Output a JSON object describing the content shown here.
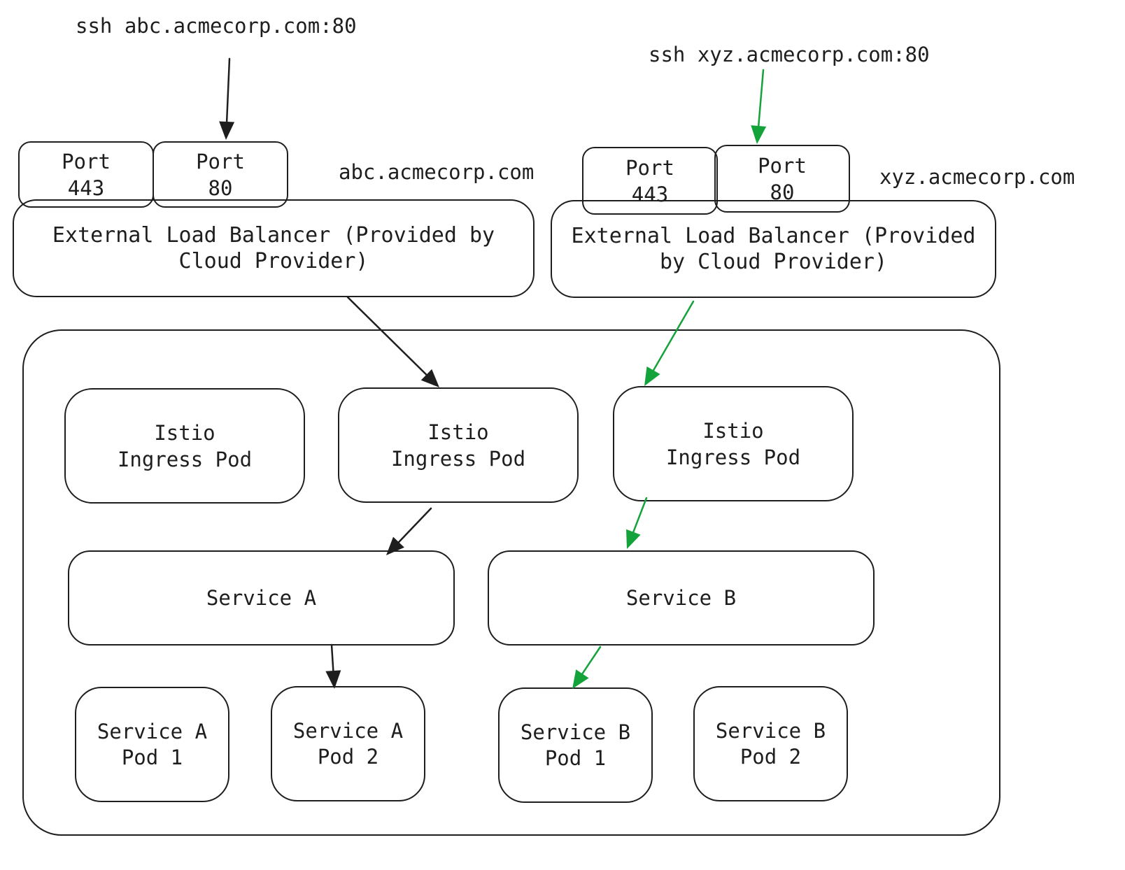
{
  "labels": {
    "ssh_abc": "ssh abc.acmecorp.com:80",
    "ssh_xyz": "ssh xyz.acmecorp.com:80",
    "domain_abc": "abc.acmecorp.com",
    "domain_xyz": "xyz.acmecorp.com"
  },
  "ports": {
    "abc_443": "Port\n443",
    "abc_80": "Port\n80",
    "xyz_443": "Port\n443",
    "xyz_80": "Port\n80"
  },
  "load_balancers": {
    "abc": "External Load Balancer (Provided by\nCloud Provider)",
    "xyz": "External Load Balancer (Provided\nby Cloud Provider)"
  },
  "ingress_pods": [
    "Istio\nIngress Pod",
    "Istio\nIngress Pod",
    "Istio\nIngress Pod"
  ],
  "services": {
    "a": "Service A",
    "b": "Service B"
  },
  "service_pods": [
    "Service A\nPod 1",
    "Service A\nPod 2",
    "Service B\nPod 1",
    "Service B\nPod 2"
  ],
  "colors": {
    "ink": "#1e1e1e",
    "route_abc": "#1e1e1e",
    "route_xyz": "#14a33a"
  }
}
